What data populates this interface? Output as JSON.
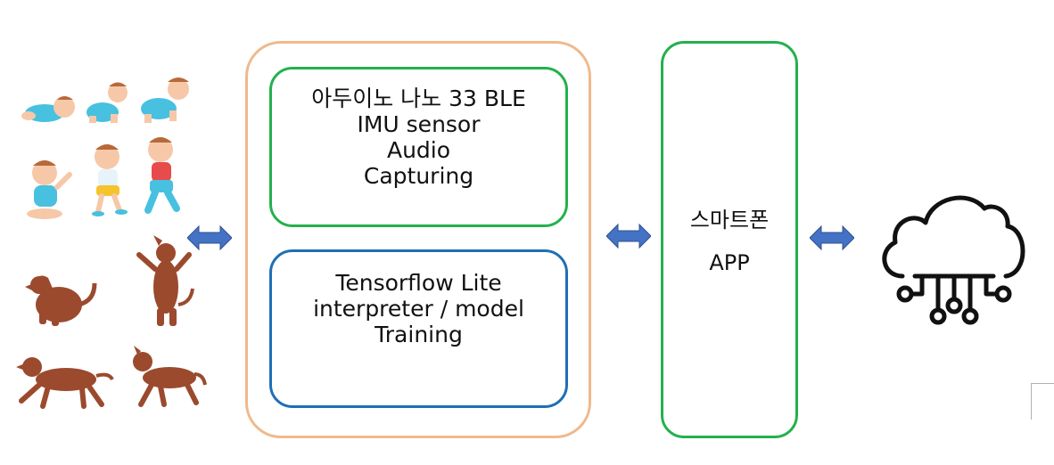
{
  "edge_module": {
    "hardware_lines": [
      "아두이노 나노 33 BLE",
      "IMU sensor",
      "Audio",
      "Capturing"
    ],
    "ml_lines": [
      "Tensorflow Lite",
      "interpreter / model",
      "Training"
    ]
  },
  "app": {
    "lines": [
      "스마트폰",
      "APP"
    ]
  },
  "colors": {
    "outer_border": "#f0b98b",
    "green_border": "#23b14d",
    "blue_border": "#1f6fb5",
    "arrow_fill": "#4472c4",
    "dog": "#9b4a2e",
    "baby_clothes": "#48c0e0"
  },
  "icons": [
    "baby-crawling-icon",
    "toddler-walking-icon",
    "dog-sitting-icon",
    "dog-standing-icon",
    "dog-running-icon",
    "cloud-computing-icon",
    "double-arrow-icon"
  ]
}
